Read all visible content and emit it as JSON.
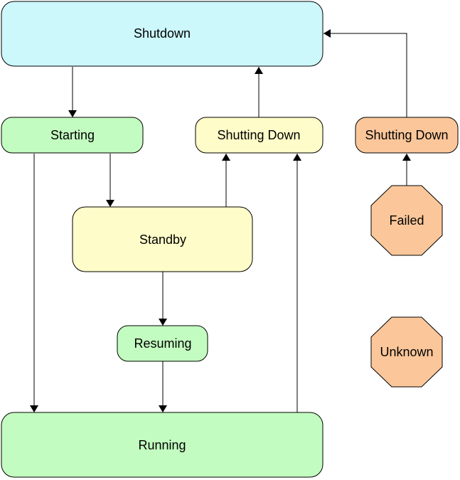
{
  "diagram": {
    "nodes": {
      "shutdown": {
        "label": "Shutdown"
      },
      "starting": {
        "label": "Starting"
      },
      "shutting_down_standby": {
        "label": "Shutting Down"
      },
      "shutting_down_failed": {
        "label": "Shutting Down"
      },
      "standby": {
        "label": "Standby"
      },
      "failed": {
        "label": "Failed"
      },
      "resuming": {
        "label": "Resuming"
      },
      "unknown": {
        "label": "Unknown"
      },
      "running": {
        "label": "Running"
      }
    },
    "colors": {
      "blue_state": "#ccf8fc",
      "green_state": "#c3fcc0",
      "yellow_state": "#fefcc8",
      "orange_state": "#fbc79a"
    }
  }
}
